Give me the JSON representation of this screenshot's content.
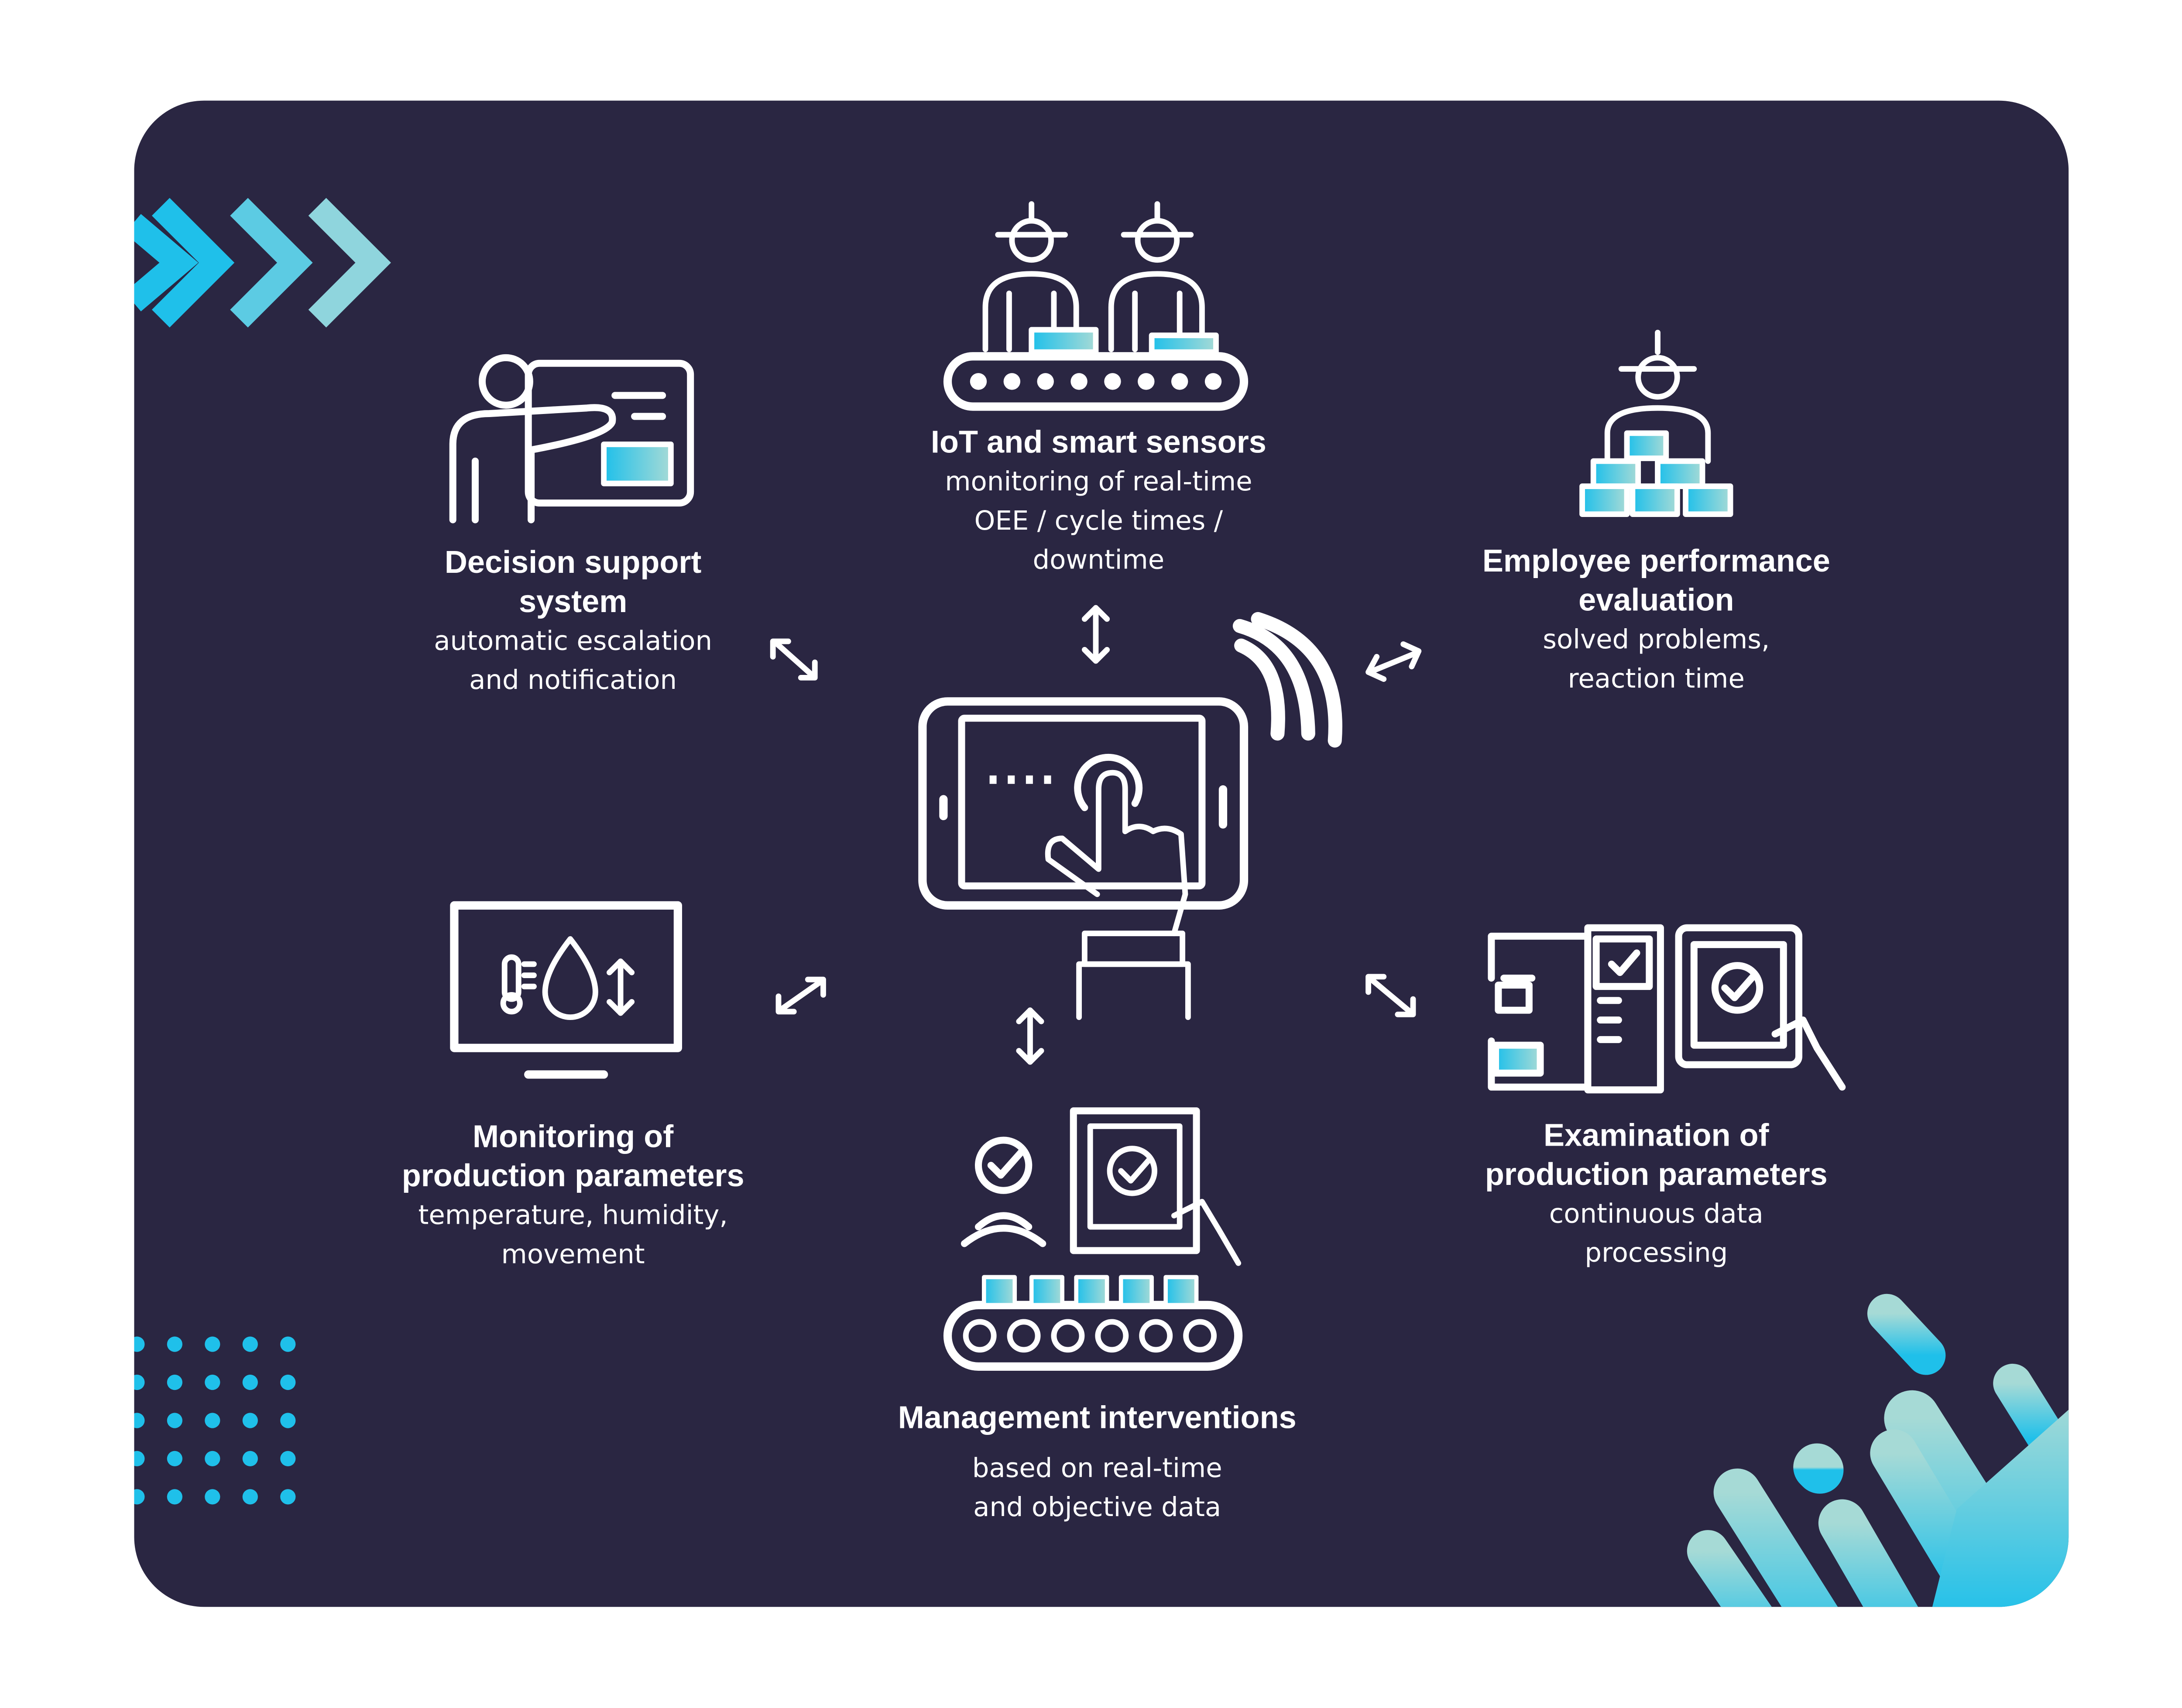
{
  "colors": {
    "background": "#2a2642",
    "accent_light": "#a6dad6",
    "accent": "#1fc0ea",
    "stroke": "#ffffff"
  },
  "nodes": [
    {
      "id": "iot",
      "title": [
        "IoT and smart sensors"
      ],
      "desc": [
        "monitoring of real-time",
        "OEE / cycle times /",
        "downtime"
      ],
      "icon": "workers-conveyor-icon"
    },
    {
      "id": "decision",
      "title": [
        "Decision support",
        "system"
      ],
      "desc": [
        "automatic escalation",
        "and notification"
      ],
      "icon": "presenter-board-icon"
    },
    {
      "id": "employee",
      "title": [
        "Employee performance",
        "evaluation"
      ],
      "desc": [
        "solved problems,",
        "reaction time"
      ],
      "icon": "worker-boxes-icon"
    },
    {
      "id": "monitoring",
      "title": [
        "Monitoring of",
        "production parameters"
      ],
      "desc": [
        "temperature, humidity,",
        "movement"
      ],
      "icon": "monitor-sensors-icon"
    },
    {
      "id": "examination",
      "title": [
        "Examination of",
        "production parameters"
      ],
      "desc": [
        "continuous data",
        "processing"
      ],
      "icon": "machine-tablet-check-icon"
    },
    {
      "id": "management",
      "title": [
        "Management interventions"
      ],
      "desc": [
        "based on real-time",
        "and objective data"
      ],
      "icon": "conveyor-checklist-icon"
    }
  ],
  "center_icon": "tablet-touch-wireless-icon"
}
